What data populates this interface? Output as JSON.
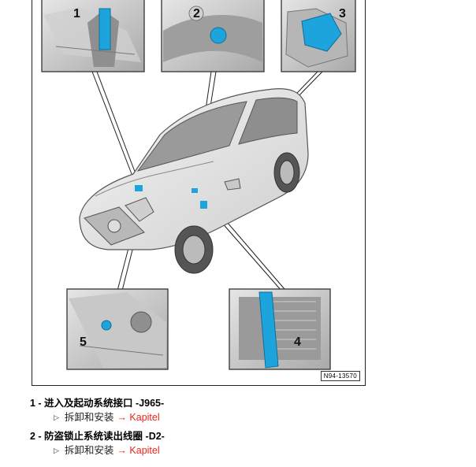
{
  "figure": {
    "callouts": [
      "1",
      "2",
      "3",
      "4",
      "5"
    ],
    "code": "N94-13570"
  },
  "legend": [
    {
      "label": "1 - 进入及起动系统接口 -J965-",
      "action": "拆卸和安装",
      "link": "→ Kapitel"
    },
    {
      "label": "2 - 防盗锁止系统读出线圈 -D2-",
      "action": "拆卸和安装",
      "link": "→ Kapitel"
    }
  ],
  "colors": {
    "highlight": "#1ea4dc",
    "link": "#e3261b"
  }
}
